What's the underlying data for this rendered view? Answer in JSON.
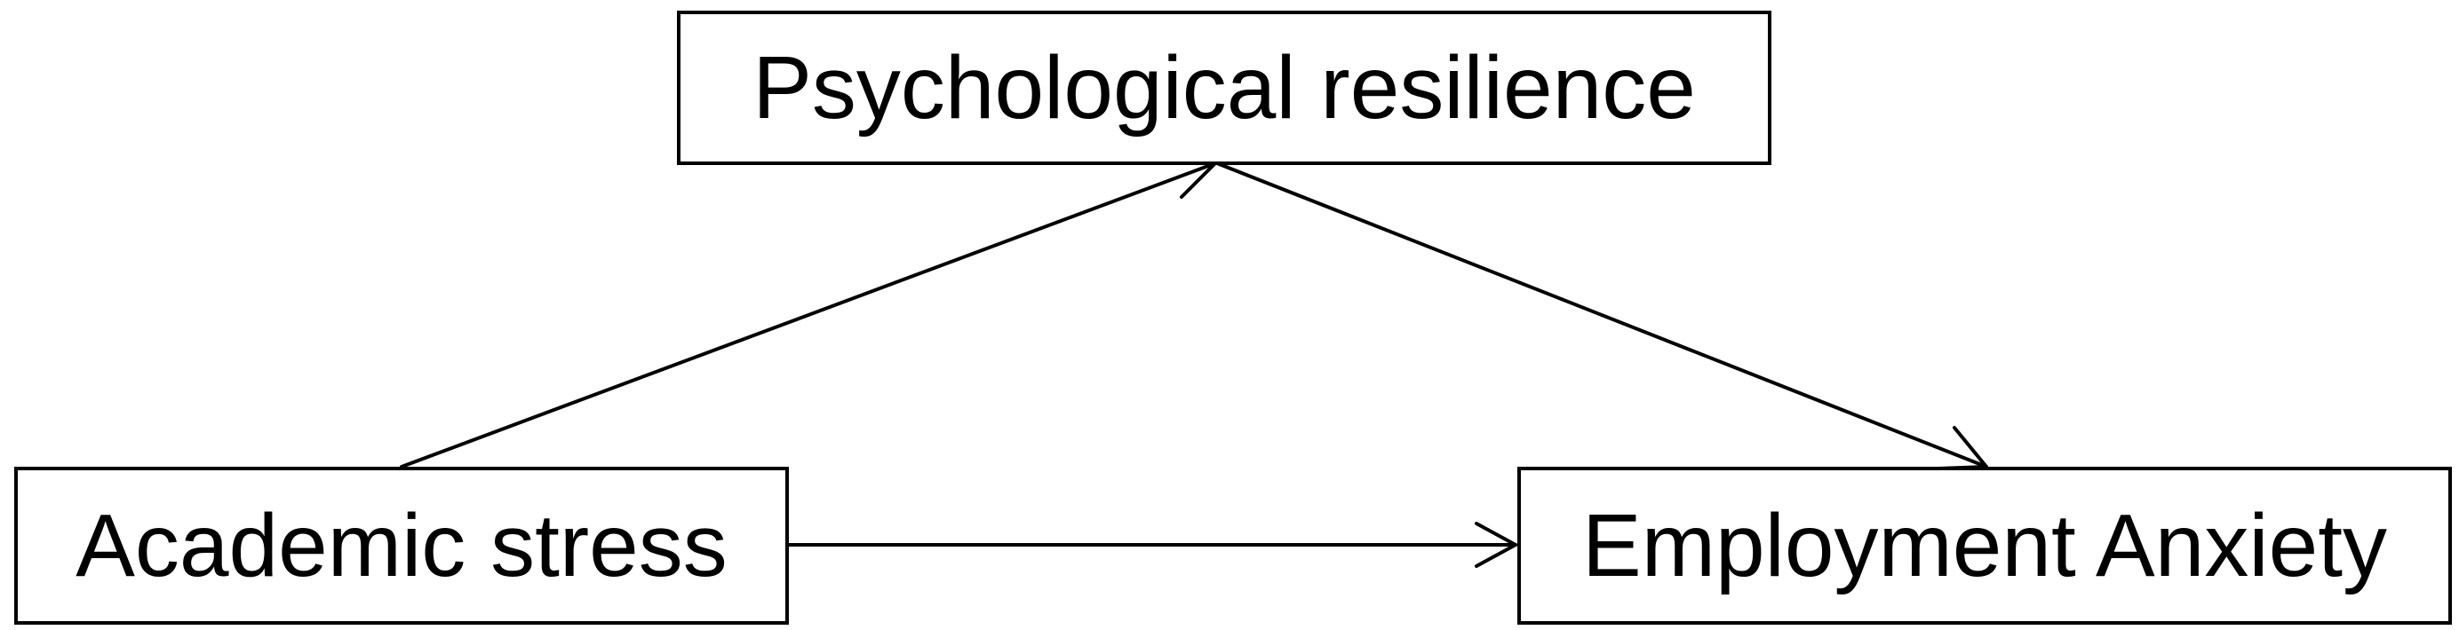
{
  "diagram": {
    "nodes": {
      "mediator": {
        "label": "Psychological resilience"
      },
      "predictor": {
        "label": "Academic stress"
      },
      "outcome": {
        "label": "Employment Anxiety"
      }
    },
    "edges": [
      {
        "from": "predictor",
        "to": "mediator"
      },
      {
        "from": "mediator",
        "to": "outcome"
      },
      {
        "from": "predictor",
        "to": "outcome"
      }
    ],
    "colors": {
      "stroke": "#000000",
      "background": "#ffffff"
    }
  }
}
